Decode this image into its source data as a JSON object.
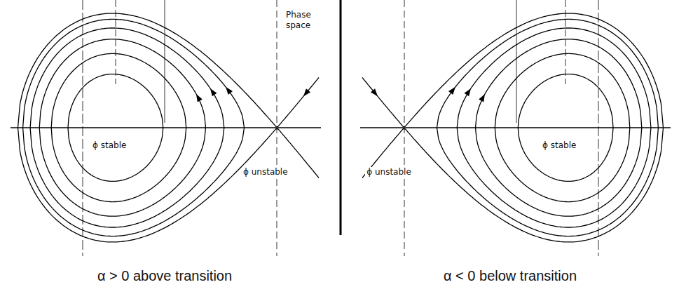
{
  "diagram": {
    "labels": [
      "Phase space",
      "ϕ stable",
      "ϕ unstable",
      "ϕ unstable",
      "ϕ stable",
      "α > 0 above transition",
      "α < 0 below transition"
    ]
  }
}
